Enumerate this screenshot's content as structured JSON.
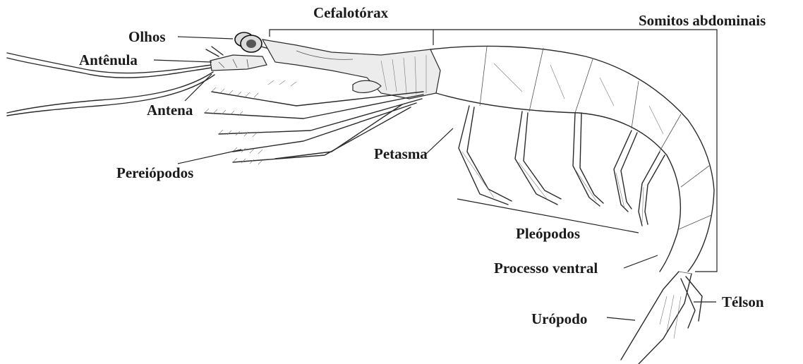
{
  "labels": {
    "olhos": "Olhos",
    "antenula": "Antênula",
    "antena": "Antena",
    "pereiopodos": "Pereiópodos",
    "cefalotorax": "Cefalotórax",
    "somitos": "Somitos abdominais",
    "petasma": "Petasma",
    "pleopodos": "Pleópodos",
    "processo": "Processo ventral",
    "uropodo": "Urópodo",
    "telson": "Télson"
  },
  "colors": {
    "ink": "#1a1a1a",
    "paper": "#ffffff",
    "shading": "#ececec"
  }
}
